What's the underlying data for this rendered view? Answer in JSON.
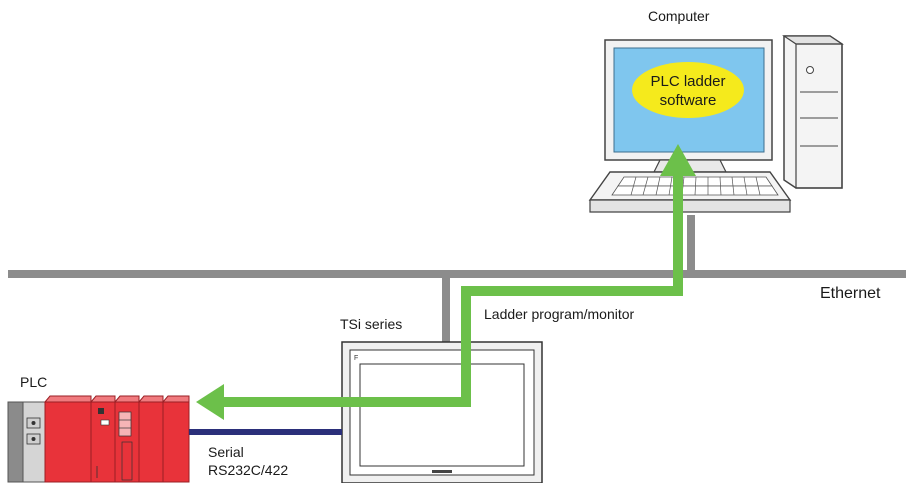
{
  "labels": {
    "computer": "Computer",
    "software_line1": "PLC ladder",
    "software_line2": "software",
    "ethernet": "Ethernet",
    "tsi_series": "TSi series",
    "ladder": "Ladder program/monitor",
    "plc": "PLC",
    "serial_line1": "Serial",
    "serial_line2": "RS232C/422"
  },
  "colors": {
    "network_line": "#8c8c8c",
    "program_path": "#6cc04a",
    "serial_cable": "#2b2f7a",
    "plc_body": "#e8333a",
    "software_bubble": "#f5ea1c",
    "screen": "#7fc6ee"
  }
}
